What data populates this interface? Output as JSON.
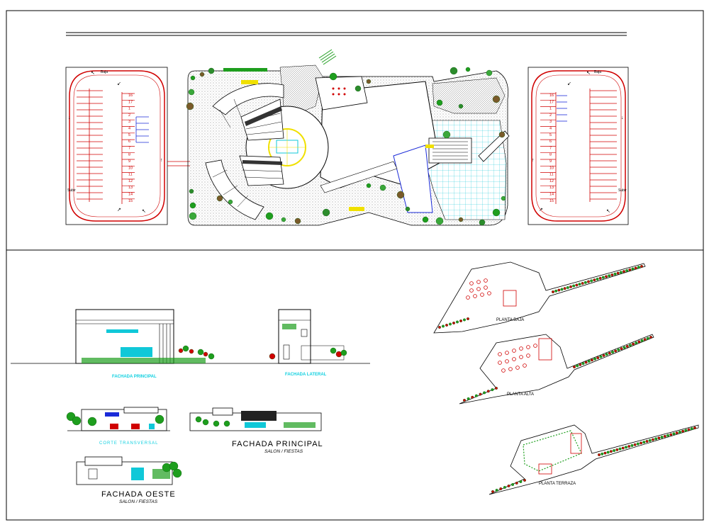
{
  "labels": {
    "fachada_principal_top": "FACHADA PRINCIPAL",
    "fachada_lateral": "FACHADA LATERAL",
    "corte_transversal": "CORTE TRANSVERSAL",
    "fachada_principal_salon": "FACHADA PRINCIPAL",
    "salon_fiestas_1": "SALON / FIESTAS",
    "fachada_oeste": "FACHADA OESTE",
    "salon_fiestas_2": "SALON / FIESTAS",
    "planta_baja": "PLANTA BAJA",
    "planta_alta": "PLANTA ALTA",
    "planta_terraza": "PLANTA TERRAZA"
  },
  "parking_left": {
    "numbers": [
      "16",
      "17",
      "1",
      "2",
      "3",
      "4",
      "5",
      "6",
      "7",
      "8",
      "9",
      "10",
      "11",
      "12",
      "13",
      "14",
      "15"
    ],
    "tag_top": "Baja",
    "tag_bottom": "Subir"
  },
  "parking_right": {
    "numbers": [
      "16",
      "17",
      "1",
      "2",
      "3",
      "4",
      "5",
      "6",
      "7",
      "8",
      "9",
      "10",
      "11",
      "12",
      "13",
      "14",
      "15"
    ],
    "tag_top": "Baja",
    "tag_bottom": "Subir"
  },
  "colors": {
    "line": "#000000",
    "parking_red": "#d00000",
    "vegetation": "#1e9e1e",
    "water": "#10c8d8",
    "accent_yellow": "#f0e000",
    "blue": "#1a2ad8"
  }
}
